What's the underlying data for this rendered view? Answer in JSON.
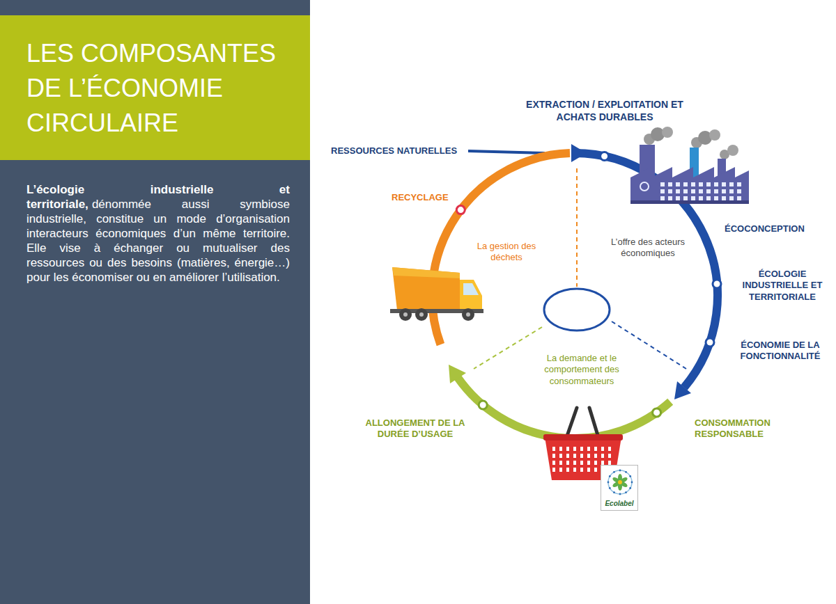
{
  "diagram": {
    "title": "LES COMPOSANTES DE L’ÉCONOMIE CIRCULAIRE",
    "nodes": [
      {
        "text": [
          "Ecolabel"
        ]
      }
    ],
    "labels": [
      "RESSOURCES NATURELLES",
      "EXTRACTION / EXPLOITATION ET ACHATS DURABLES",
      "ÉCOCONCEPTION",
      "ÉCOLOGIE INDUSTRIELLE ET TERRITORIALE",
      "ÉCONOMIE DE LA FONCTIONNALITÉ",
      "CONSOMMATION RESPONSABLE",
      "ALLONGEMENT DE LA DURÉE D’USAGE",
      "RECYCLAGE",
      "L’offre des acteurs économiques",
      "La gestion des déchets",
      "La demande et le comportement des consommateurs",
      "L’écologie industrielle et territoriale,",
      "dénommée aussi symbiose industrielle, constitue un mode d’organisation interacteurs économiques d’un même territoire. Elle vise à échanger ou mutualiser des ressources ou des besoins (matières, énergie…) pour les économiser ou en améliorer l’utilisation."
    ]
  }
}
